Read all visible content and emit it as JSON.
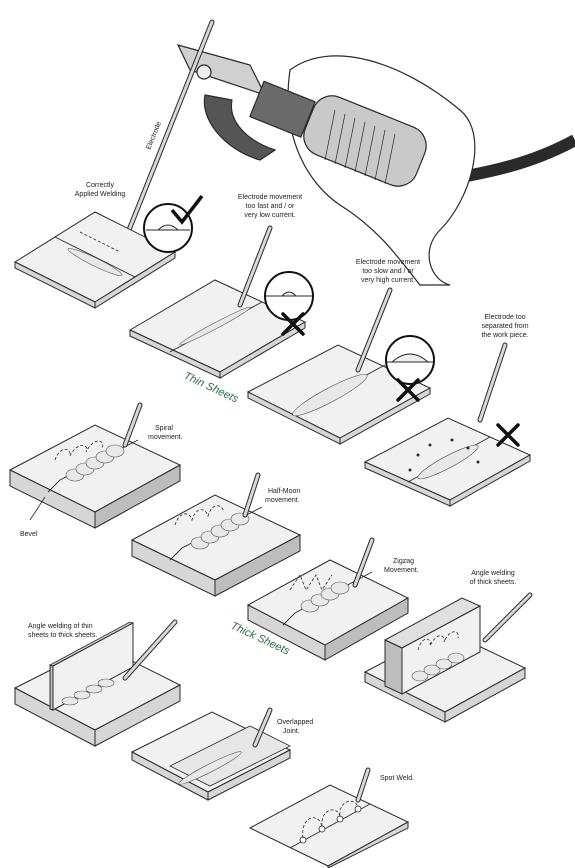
{
  "labels": {
    "electrode": "Electrode",
    "correct": [
      "Correctly",
      "Applied Welding"
    ],
    "too_fast": [
      "Electrode movement",
      "too fast and / or",
      "very low current."
    ],
    "too_slow": [
      "Electrode movement",
      "too slow and / or",
      "very high current."
    ],
    "too_far": [
      "Electrode too",
      "separated from",
      "the work piece."
    ],
    "spiral": [
      "Spiral",
      "movement."
    ],
    "half_moon": [
      "Half-Moon",
      "movement."
    ],
    "zigzag": [
      "Zigzag",
      "Movement."
    ],
    "bevel": "Bevel",
    "angle_thick": [
      "Angle welding",
      "of thick sheets."
    ],
    "angle_thin": [
      "Angle welding of thin",
      "sheets to thick sheets."
    ],
    "overlapped": [
      "Overlapped",
      "Joint."
    ],
    "spot": "Spot Weld."
  },
  "sections": {
    "thin": "Thin Sheets",
    "thick": "Thick Sheets"
  },
  "colors": {
    "section_label": "#2f6b3a",
    "line": "#2a2a2a"
  }
}
